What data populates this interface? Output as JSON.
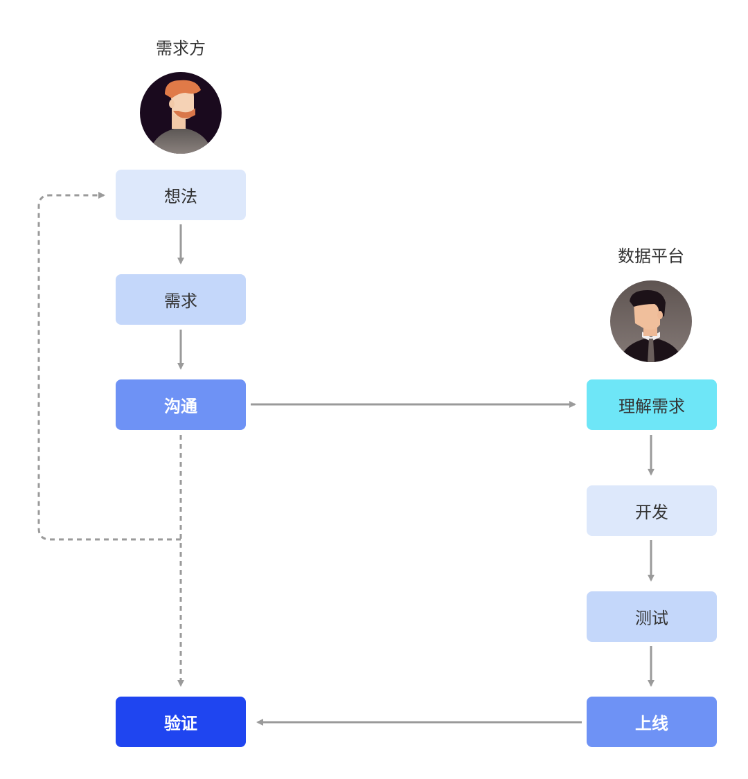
{
  "requester": {
    "title": "需求方",
    "steps": [
      {
        "label": "想法",
        "color": "#dde8fb"
      },
      {
        "label": "需求",
        "color": "#c4d7fa"
      },
      {
        "label": "沟通",
        "color": "#6e92f5"
      },
      {
        "label": "验证",
        "color": "#1f45f0"
      }
    ]
  },
  "platform": {
    "title": "数据平台",
    "steps": [
      {
        "label": "理解需求",
        "color": "#6ee6f7"
      },
      {
        "label": "开发",
        "color": "#dde8fb"
      },
      {
        "label": "测试",
        "color": "#c4d7fa"
      },
      {
        "label": "上线",
        "color": "#6e92f5"
      }
    ]
  },
  "arrow_color": "#9a9a9a"
}
